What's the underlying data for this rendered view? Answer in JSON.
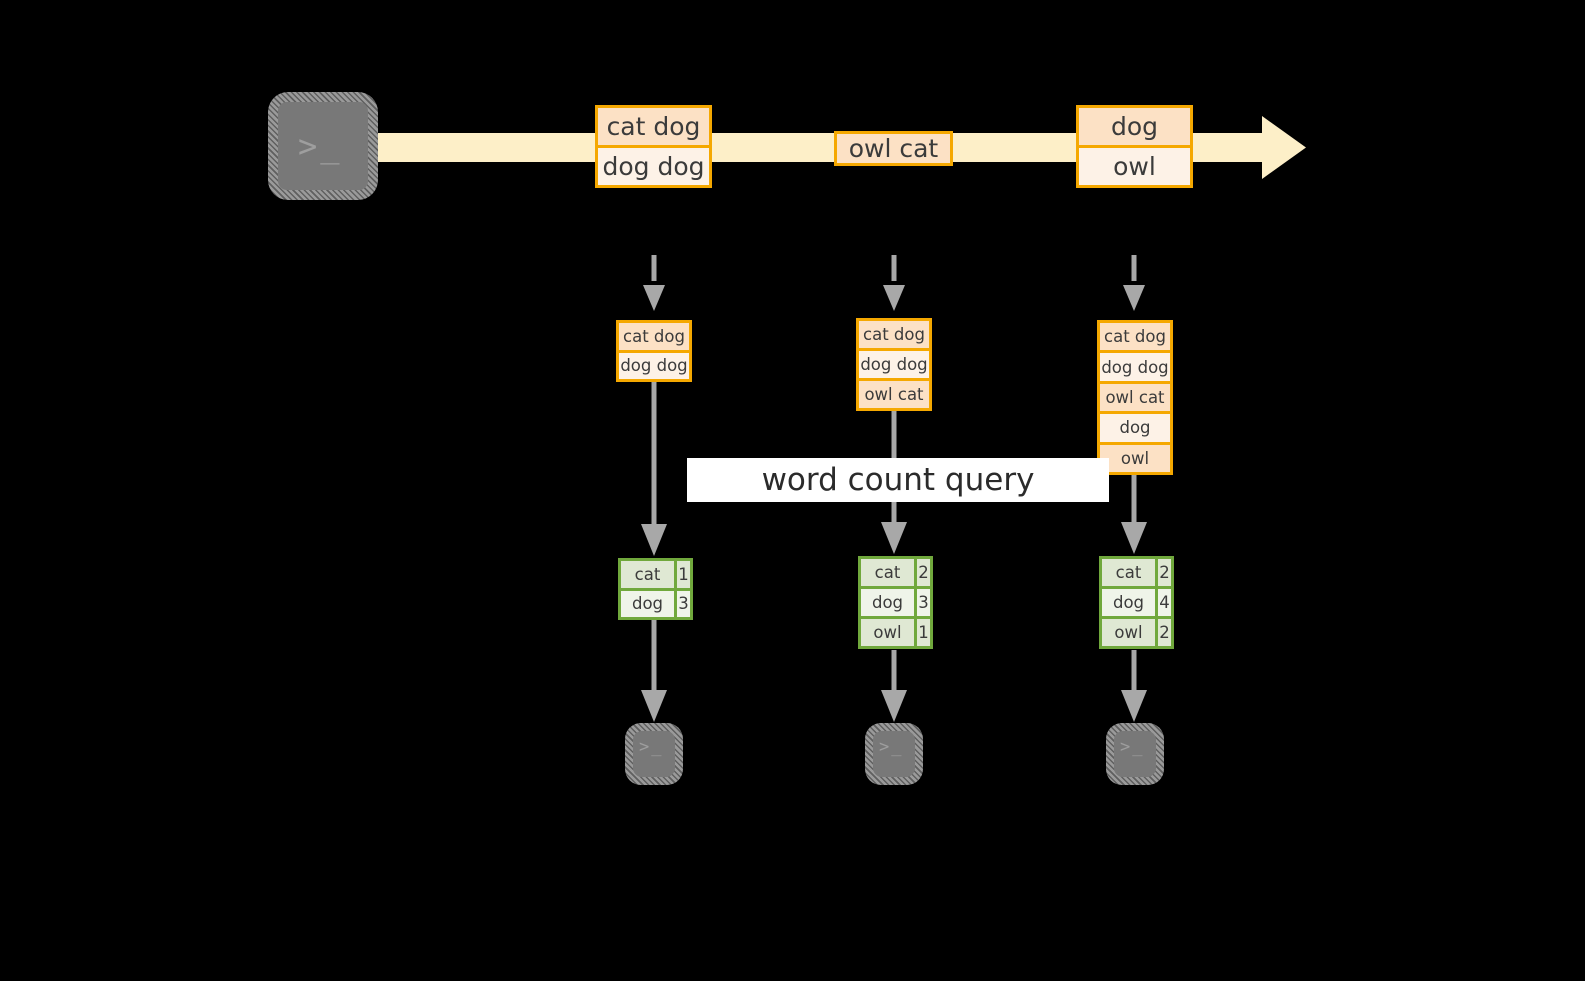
{
  "diagram": {
    "title_banner": "word count query",
    "colors": {
      "background": "#000000",
      "amber_border": "#F5A800",
      "amber_fill_dark": "#FCE1C5",
      "amber_fill_light": "#FDF2E7",
      "stream_arrow_fill": "#FDEFC8",
      "green_border": "#70A83C",
      "green_fill_dark": "#DFE8D3",
      "green_fill_light": "#EFF4E9",
      "arrow_gray": "#A8A8A8",
      "terminal_gray": "#787878",
      "banner_bg": "#FFFFFF"
    },
    "producer": {
      "icon": "terminal-icon",
      "glyph": ">_"
    },
    "stream": {
      "arrow_label": "event-stream-arrow",
      "messages": [
        {
          "name": "message-group-1",
          "rows": [
            {
              "text": "cat dog",
              "shade": "dark"
            },
            {
              "text": "dog dog",
              "shade": "light"
            }
          ]
        },
        {
          "name": "message-group-2",
          "rows": [
            {
              "text": "owl cat",
              "shade": "dark"
            }
          ]
        },
        {
          "name": "message-group-3",
          "rows": [
            {
              "text": "dog",
              "shade": "dark"
            },
            {
              "text": "owl",
              "shade": "light"
            }
          ]
        }
      ]
    },
    "snapshots": [
      {
        "name": "snapshot-1",
        "rows": [
          {
            "text": "cat dog",
            "shade": "dark"
          },
          {
            "text": "dog dog",
            "shade": "light"
          }
        ]
      },
      {
        "name": "snapshot-2",
        "rows": [
          {
            "text": "cat dog",
            "shade": "dark"
          },
          {
            "text": "dog dog",
            "shade": "light"
          },
          {
            "text": "owl cat",
            "shade": "dark"
          }
        ]
      },
      {
        "name": "snapshot-3",
        "rows": [
          {
            "text": "cat dog",
            "shade": "dark"
          },
          {
            "text": "dog dog",
            "shade": "light"
          },
          {
            "text": "owl cat",
            "shade": "dark"
          },
          {
            "text": "dog",
            "shade": "light"
          },
          {
            "text": "owl",
            "shade": "dark"
          }
        ]
      }
    ],
    "results": [
      {
        "name": "result-table-1",
        "rows": [
          {
            "word": "cat",
            "count": "1",
            "shade": "dark"
          },
          {
            "word": "dog",
            "count": "3",
            "shade": "light"
          }
        ]
      },
      {
        "name": "result-table-2",
        "rows": [
          {
            "word": "cat",
            "count": "2",
            "shade": "dark"
          },
          {
            "word": "dog",
            "count": "3",
            "shade": "light"
          },
          {
            "word": "owl",
            "count": "1",
            "shade": "dark"
          }
        ]
      },
      {
        "name": "result-table-3",
        "rows": [
          {
            "word": "cat",
            "count": "2",
            "shade": "dark"
          },
          {
            "word": "dog",
            "count": "4",
            "shade": "light"
          },
          {
            "word": "owl",
            "count": "2",
            "shade": "dark"
          }
        ]
      }
    ],
    "consumers": [
      {
        "name": "consumer-terminal-1",
        "glyph": ">_"
      },
      {
        "name": "consumer-terminal-2",
        "glyph": ">_"
      },
      {
        "name": "consumer-terminal-3",
        "glyph": ">_"
      }
    ]
  }
}
